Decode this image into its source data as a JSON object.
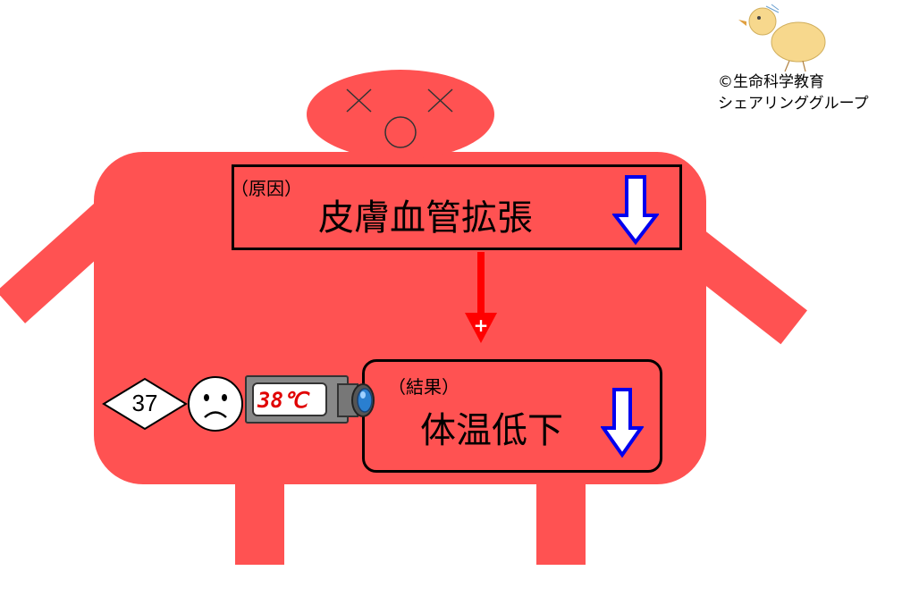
{
  "credit": {
    "line1": "©生命科学教育",
    "line2": "シェアリンググループ"
  },
  "cause": {
    "tag": "（原因）",
    "text": "皮膚血管拡張"
  },
  "result": {
    "tag": "（結果）",
    "text": "体温低下"
  },
  "connector_sign": "+",
  "indicators": {
    "diamond_value": "37",
    "thermometer_reading": "38℃"
  },
  "colors": {
    "body": "#ff5252",
    "down_arrow_outline": "#0000ee",
    "connector_arrow": "#ff0000"
  }
}
